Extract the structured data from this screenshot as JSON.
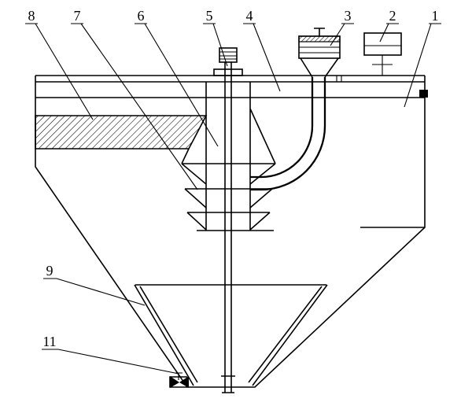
{
  "figure": {
    "background_color": "#ffffff",
    "line_color": "#000000",
    "callouts": [
      {
        "id": "8",
        "label": "8"
      },
      {
        "id": "7",
        "label": "7"
      },
      {
        "id": "6",
        "label": "6"
      },
      {
        "id": "5",
        "label": "5"
      },
      {
        "id": "4",
        "label": "4"
      },
      {
        "id": "3",
        "label": "3"
      },
      {
        "id": "2",
        "label": "2"
      },
      {
        "id": "1",
        "label": "1"
      },
      {
        "id": "9",
        "label": "9"
      },
      {
        "id": "11",
        "label": "11"
      }
    ]
  }
}
